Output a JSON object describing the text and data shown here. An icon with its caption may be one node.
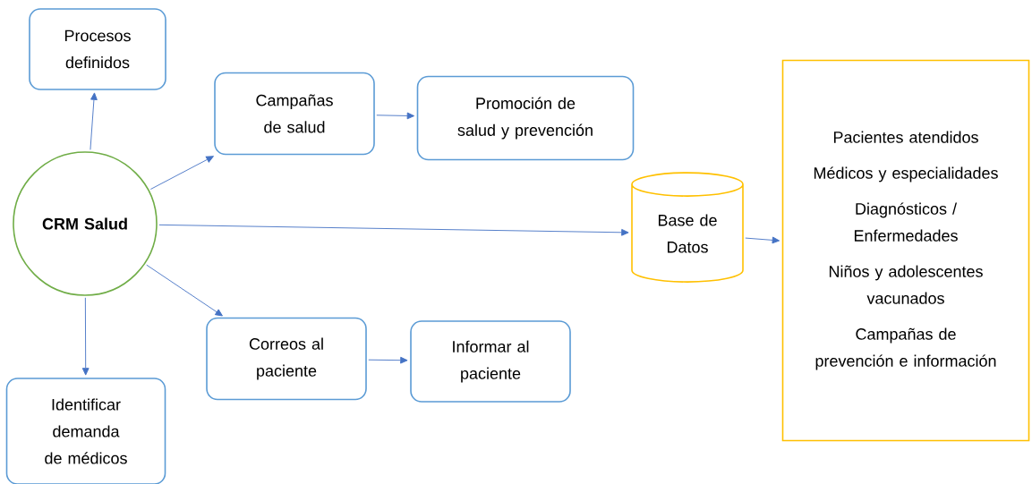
{
  "diagram": {
    "nodes": [
      {
        "text": [
          "CRM Salud"
        ]
      },
      {
        "text": [
          "Procesos definidos"
        ]
      },
      {
        "text": [
          "Campañas de salud"
        ]
      },
      {
        "text": [
          "Promoción de salud y prevención"
        ]
      },
      {
        "text": [
          "Base de Datos"
        ]
      },
      {
        "text": [
          "Pacientes atendidos",
          "Médicos y especialidades",
          "Diagnósticos / Enfermedades",
          "Niños y adolescentes vacunados",
          "Campañas de prevención e información"
        ]
      },
      {
        "text": [
          "Correos al paciente"
        ]
      },
      {
        "text": [
          "Informar al paciente"
        ]
      },
      {
        "text": [
          "Identificar demanda de médicos"
        ]
      }
    ],
    "edges": [
      {
        "from": 0,
        "to": 1,
        "arrow": "to"
      },
      {
        "from": 0,
        "to": 2,
        "arrow": "to"
      },
      {
        "from": 2,
        "to": 3,
        "arrow": "to"
      },
      {
        "from": 0,
        "to": 4,
        "arrow": "to"
      },
      {
        "from": 4,
        "to": 5,
        "arrow": "to"
      },
      {
        "from": 0,
        "to": 6,
        "arrow": "to"
      },
      {
        "from": 6,
        "to": 7,
        "arrow": "to"
      },
      {
        "from": 0,
        "to": 8,
        "arrow": "to"
      }
    ]
  }
}
